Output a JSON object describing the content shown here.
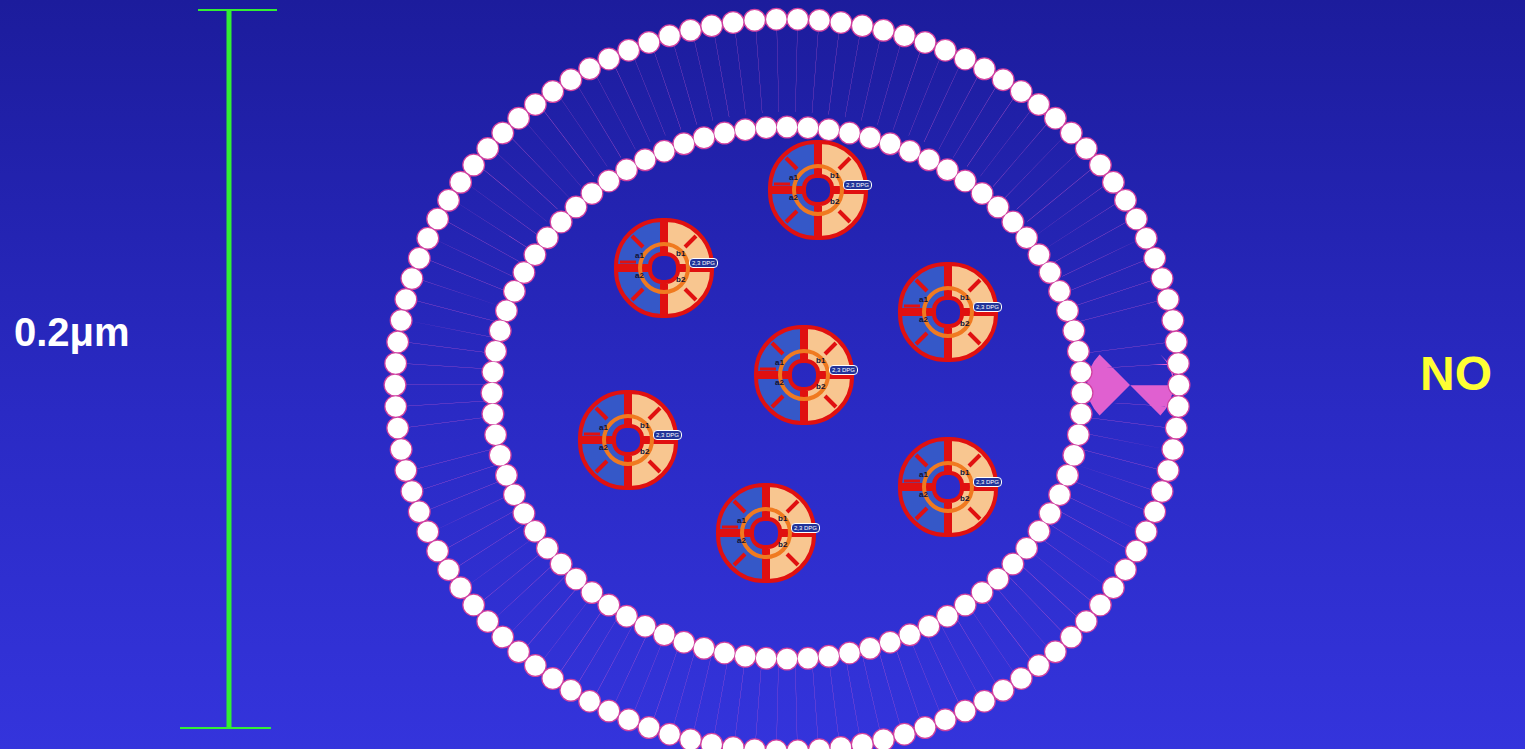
{
  "diagram": {
    "labels": [
      "0.2μm",
      "NO",
      "a1",
      "b1",
      "a2",
      "b2",
      "2,3 DPG",
      "a1",
      "b1",
      "a2",
      "b2",
      "2,3 DPG",
      "a1",
      "b1",
      "a2",
      "b2",
      "2,3 DPG",
      "a1",
      "b1",
      "a2",
      "b2",
      "2,3 DPG",
      "a1",
      "b1",
      "a2",
      "b2",
      "2,3 DPG",
      "a1",
      "b1",
      "a2",
      "b2",
      "2,3 DPG",
      "a1",
      "b1",
      "a2",
      "b2",
      "2,3 DPG"
    ]
  }
}
